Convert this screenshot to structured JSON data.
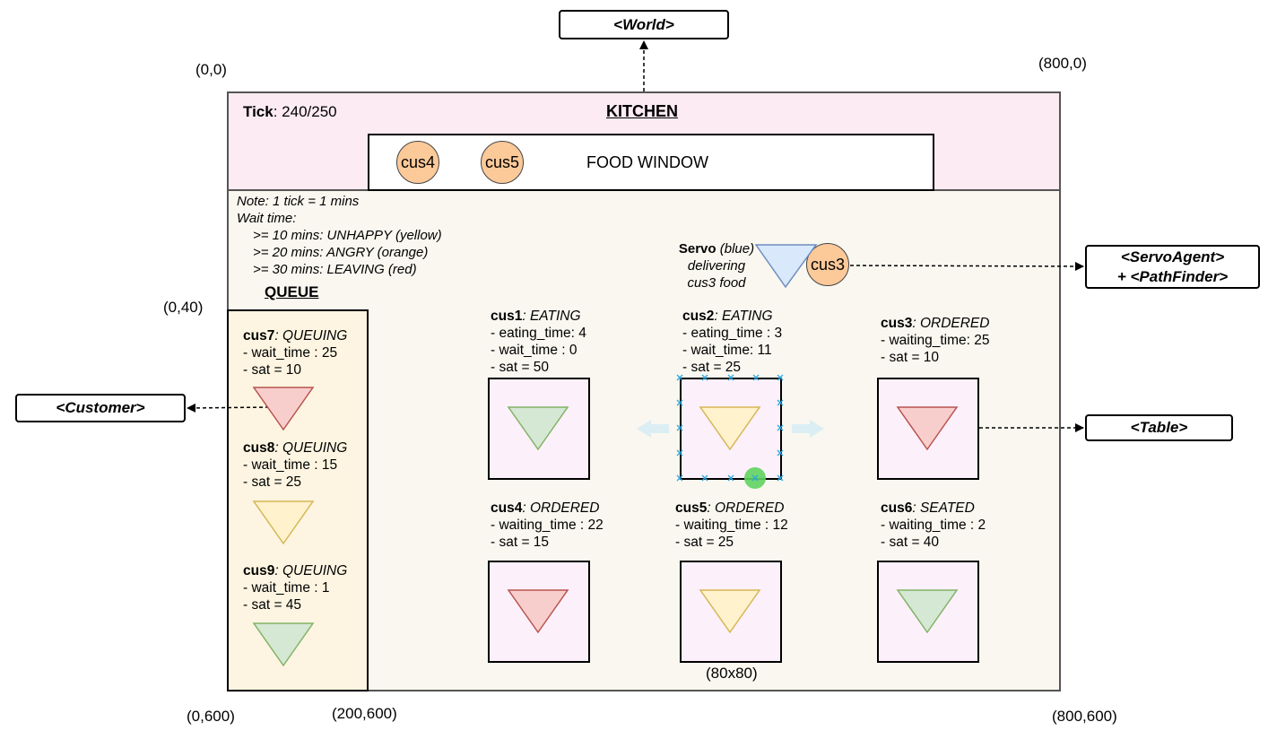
{
  "labels": {
    "world": "<World>",
    "servo_agent_line1": "<ServoAgent>",
    "servo_agent_line2": "+ <PathFinder>",
    "customer": "<Customer>",
    "table": "<Table>"
  },
  "coords": {
    "origin": "(0,0)",
    "top_right": "(800,0)",
    "kitchen_bottom": "(0,40)",
    "bottom_left": "(0,600)",
    "queue_bottom_right": "(200,600)",
    "bottom_right": "(800,600)",
    "table_size": "(80x80)"
  },
  "kitchen": {
    "tick_label": "Tick",
    "tick_value": ": 240/250",
    "title": "KITCHEN",
    "food_window_label": "FOOD WINDOW",
    "window_items": [
      "cus4",
      "cus5"
    ]
  },
  "notes": {
    "line1": "Note: 1 tick = 1 mins",
    "line2": "Wait time:",
    "line3": ">= 10 mins: UNHAPPY (yellow)",
    "line4": ">= 20 mins: ANGRY (orange)",
    "line5": ">= 30 mins: LEAVING (red)"
  },
  "queue": {
    "title": "QUEUE",
    "customers": [
      {
        "name": "cus7",
        "state": ": QUEUING",
        "line2": "- wait_time : 25",
        "line3": "- sat = 10",
        "color": "red"
      },
      {
        "name": "cus8",
        "state": ": QUEUING",
        "line2": "- wait_time : 15",
        "line3": "- sat = 25",
        "color": "yellow"
      },
      {
        "name": "cus9",
        "state": ": QUEUING",
        "line2": "- wait_time : 1",
        "line3": "- sat = 45",
        "color": "green"
      }
    ]
  },
  "servo": {
    "name": "Servo",
    "color_note": " (blue)",
    "line2": "delivering",
    "line3": "cus3 food",
    "carrying": "cus3"
  },
  "tables": [
    {
      "name": "cus1",
      "state": ": EATING",
      "line2": "- eating_time: 4",
      "line3": "- wait_time : 0",
      "line4": "- sat = 50",
      "color": "green"
    },
    {
      "name": "cus2",
      "state": ": EATING",
      "line2": "- eating_time : 3",
      "line3": "- wait_time: 11",
      "line4": "- sat = 25",
      "color": "yellow"
    },
    {
      "name": "cus3",
      "state": ": ORDERED",
      "line2": "- waiting_time: 25",
      "line3": "- sat = 10",
      "line4": "",
      "color": "red"
    },
    {
      "name": "cus4",
      "state": ": ORDERED",
      "line2": "- waiting_time : 22",
      "line3": "- sat = 15",
      "line4": "",
      "color": "red"
    },
    {
      "name": "cus5",
      "state": ": ORDERED",
      "line2": "- waiting_time : 12",
      "line3": "- sat = 25",
      "line4": "",
      "color": "yellow"
    },
    {
      "name": "cus6",
      "state": ": SEATED",
      "line2": "- waiting_time : 2",
      "line3": "- sat = 40",
      "line4": "",
      "color": "green"
    }
  ],
  "colors": {
    "red_fill": "#f8cecc",
    "red_stroke": "#b85450",
    "yellow_fill": "#fff2cc",
    "yellow_stroke": "#d6b656",
    "green_fill": "#d5e8d4",
    "green_stroke": "#82b366",
    "blue_fill": "#dae8fc",
    "blue_stroke": "#6c8ebf",
    "orange_fill": "#fcc999"
  }
}
